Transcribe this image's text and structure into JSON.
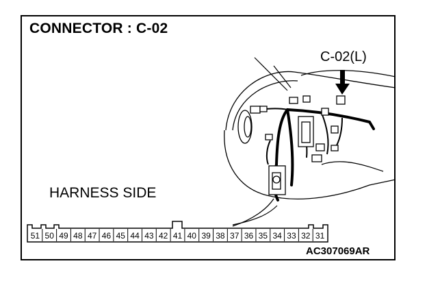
{
  "diagram": {
    "title": "CONNECTOR : C-02",
    "callout_label": "C-02(L)",
    "harness_label": "HARNESS SIDE",
    "figure_code": "AC307069AR",
    "connector_pins": [
      "51",
      "50",
      "49",
      "48",
      "47",
      "46",
      "45",
      "44",
      "43",
      "42",
      "41",
      "40",
      "39",
      "38",
      "37",
      "36",
      "35",
      "34",
      "33",
      "32",
      "31"
    ]
  }
}
